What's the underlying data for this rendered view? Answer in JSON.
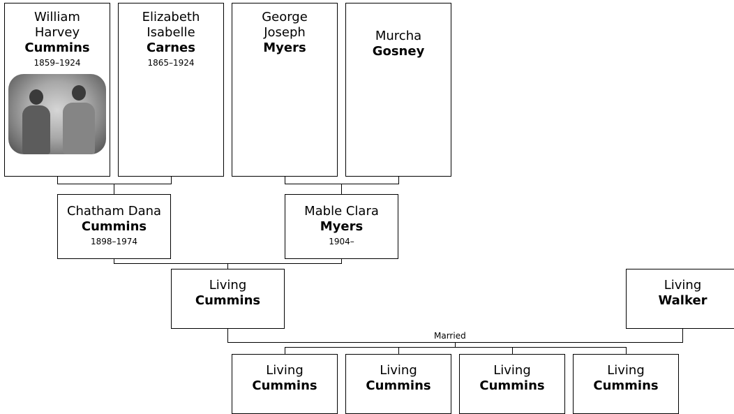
{
  "people": {
    "william": {
      "given": "William\nHarvey",
      "surname": "Cummins",
      "dates": "1859–1924"
    },
    "elizabeth": {
      "given": "Elizabeth\nIsabelle",
      "surname": "Carnes",
      "dates": "1865–1924"
    },
    "george": {
      "given": "George\nJoseph",
      "surname": "Myers",
      "dates": ""
    },
    "murcha": {
      "given": "Murcha",
      "surname": "Gosney",
      "dates": ""
    },
    "chatham": {
      "given": "Chatham Dana",
      "surname": "Cummins",
      "dates": "1898–1974"
    },
    "mable": {
      "given": "Mable Clara",
      "surname": "Myers",
      "dates": "1904–"
    },
    "living_cummins": {
      "given": "Living",
      "surname": "Cummins",
      "dates": ""
    },
    "living_walker": {
      "given": "Living",
      "surname": "Walker",
      "dates": ""
    },
    "child1": {
      "given": "Living",
      "surname": "Cummins"
    },
    "child2": {
      "given": "Living",
      "surname": "Cummins"
    },
    "child3": {
      "given": "Living",
      "surname": "Cummins"
    },
    "child4": {
      "given": "Living",
      "surname": "Cummins"
    }
  },
  "married_label": "Married"
}
